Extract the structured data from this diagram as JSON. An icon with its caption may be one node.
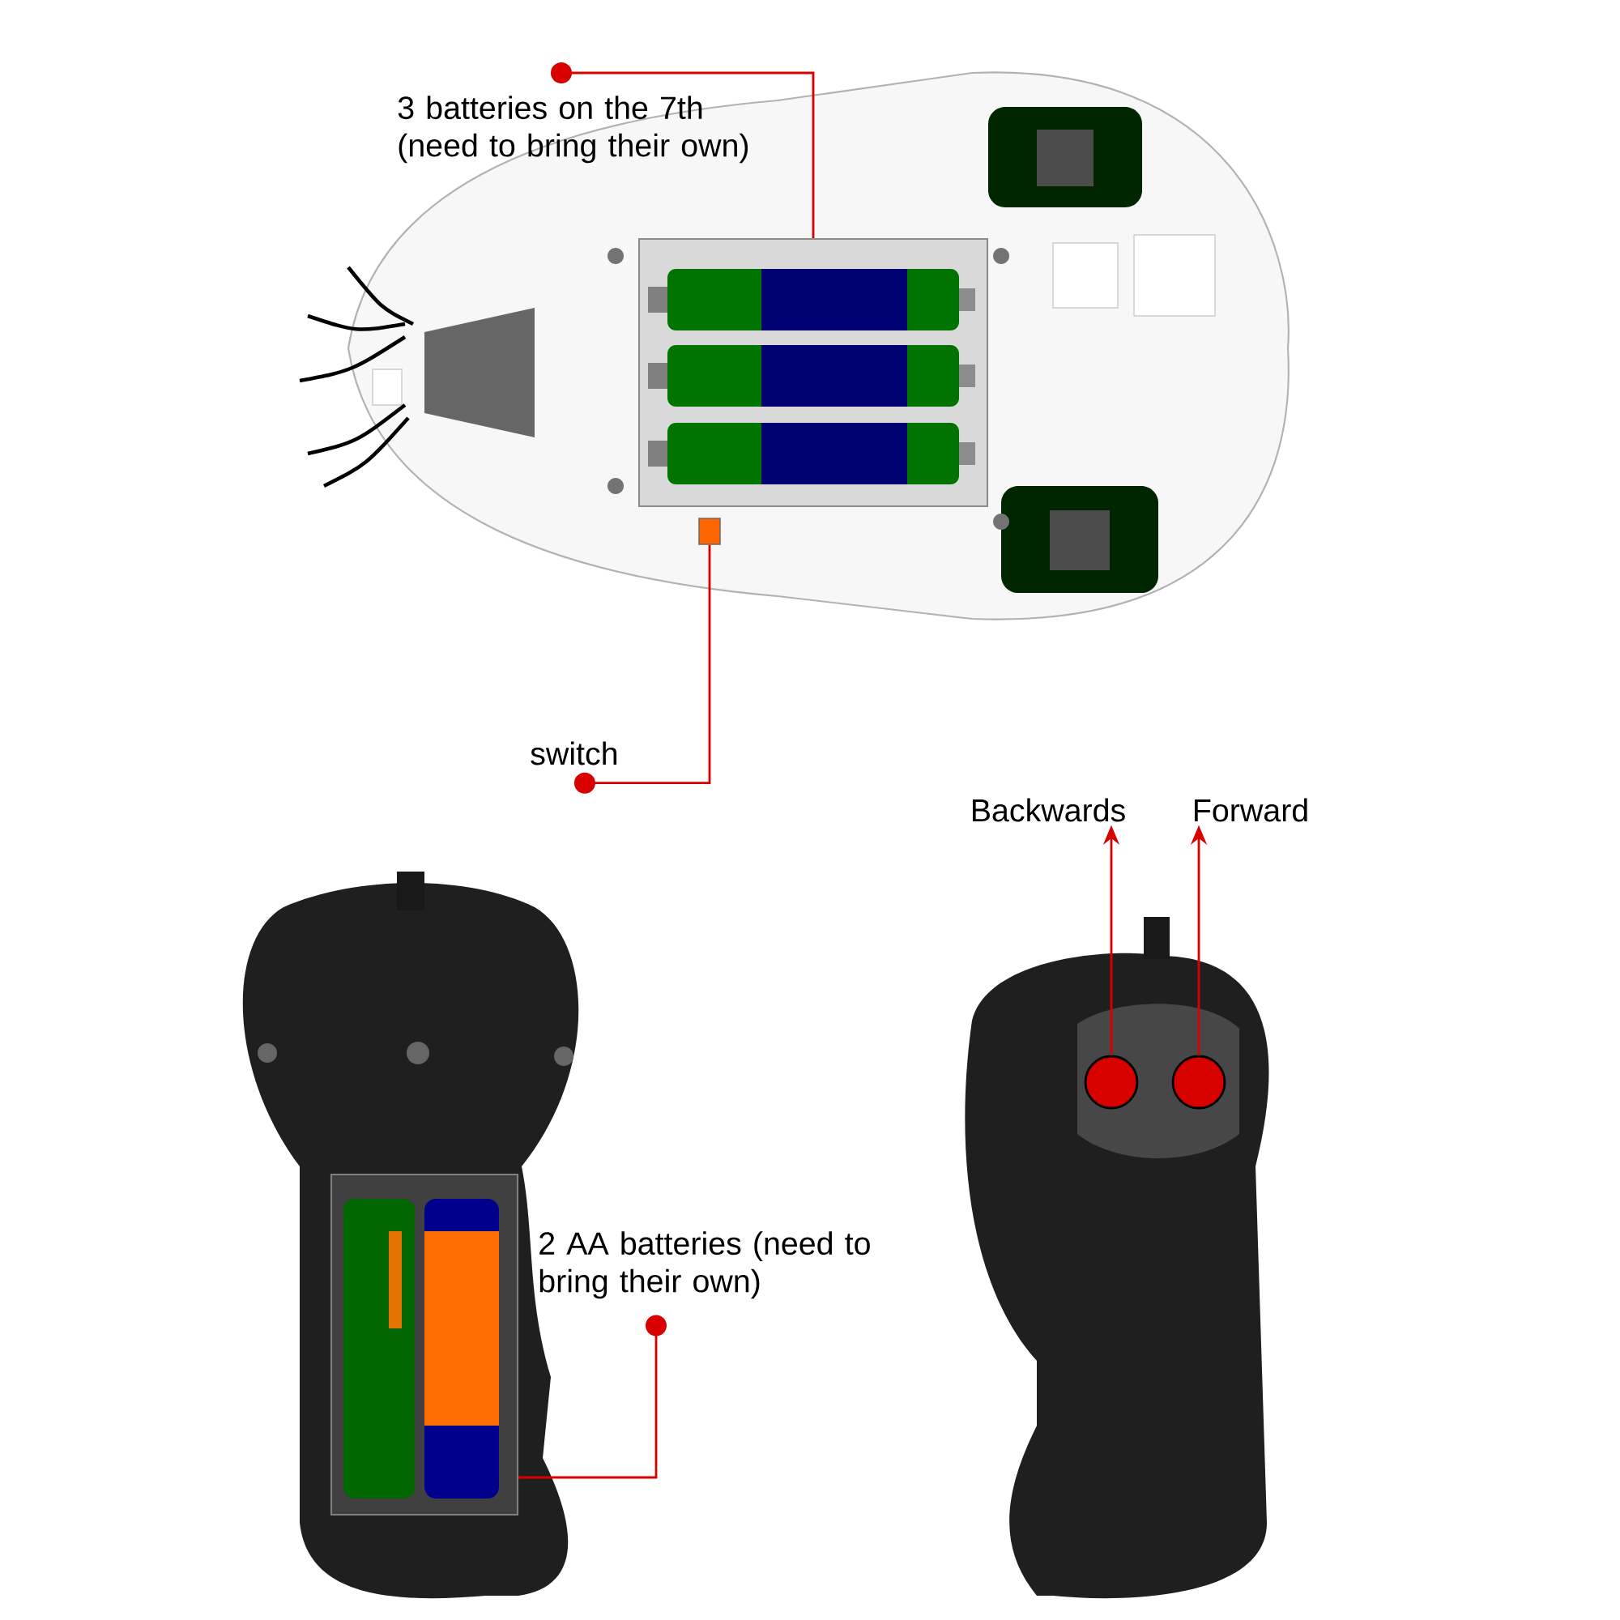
{
  "diagram": {
    "nodes": [
      {
        "text": [
          "3 batteries on the 7th (need to bring their own)"
        ]
      },
      {
        "text": [],
        "shape": "picture"
      },
      {
        "text": [
          "switch"
        ]
      },
      {
        "text": [],
        "shape": "box"
      },
      {
        "text": [
          "Backwards"
        ]
      },
      {
        "text": [
          "Forward"
        ]
      },
      {
        "text": [],
        "shape": "circle"
      },
      {
        "text": [],
        "shape": "circle"
      },
      {
        "text": [
          "2 AA batteries (need to bring their own)"
        ]
      },
      {
        "text": [],
        "shape": "picture"
      }
    ],
    "edges": [
      {
        "from": 0,
        "to": 1,
        "arrow": "other"
      },
      {
        "from": 2,
        "to": 3,
        "arrow": "other"
      },
      {
        "from": 6,
        "to": 4,
        "arrow": "to"
      },
      {
        "from": 7,
        "to": 5,
        "arrow": "to"
      },
      {
        "from": 8,
        "to": 9,
        "arrow": "other"
      }
    ]
  }
}
